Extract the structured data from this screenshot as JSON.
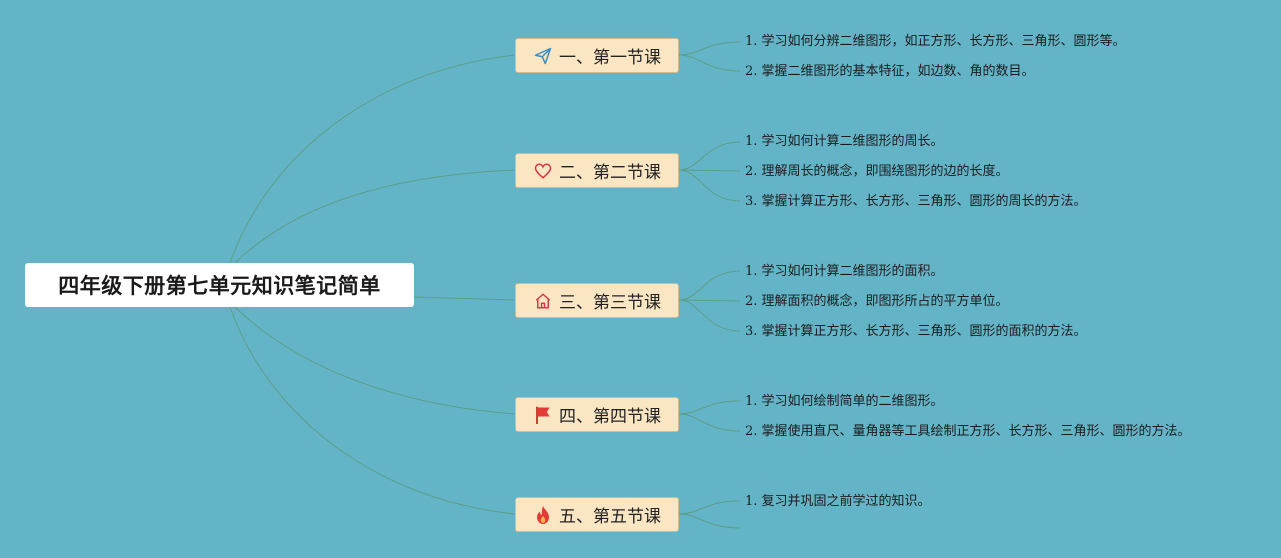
{
  "root": {
    "title": "四年级下册第七单元知识笔记简单"
  },
  "branches": [
    {
      "label": "一、第一节课",
      "icon": "paper-plane-icon",
      "items": [
        "1. 学习如何分辨二维图形，如正方形、长方形、三角形、圆形等。",
        "2. 掌握二维图形的基本特征，如边数、角的数目。"
      ]
    },
    {
      "label": "二、第二节课",
      "icon": "heart-icon",
      "items": [
        "1. 学习如何计算二维图形的周长。",
        "2. 理解周长的概念，即围绕图形的边的长度。",
        "3. 掌握计算正方形、长方形、三角形、圆形的周长的方法。"
      ]
    },
    {
      "label": "三、第三节课",
      "icon": "house-icon",
      "items": [
        "1. 学习如何计算二维图形的面积。",
        "2. 理解面积的概念，即图形所占的平方单位。",
        "3. 掌握计算正方形、长方形、三角形、圆形的面积的方法。"
      ]
    },
    {
      "label": "四、第四节课",
      "icon": "flag-icon",
      "items": [
        "1. 学习如何绘制简单的二维图形。",
        "2. 掌握使用直尺、量角器等工具绘制正方形、长方形、三角形、圆形的方法。"
      ]
    },
    {
      "label": "五、第五节课",
      "icon": "flame-icon",
      "items": [
        "1. 复习并巩固之前学过的知识。"
      ]
    }
  ],
  "colors": {
    "background": "#64b4c8",
    "branch_fill": "#fbe6c4",
    "link": "#5a9e7a"
  }
}
